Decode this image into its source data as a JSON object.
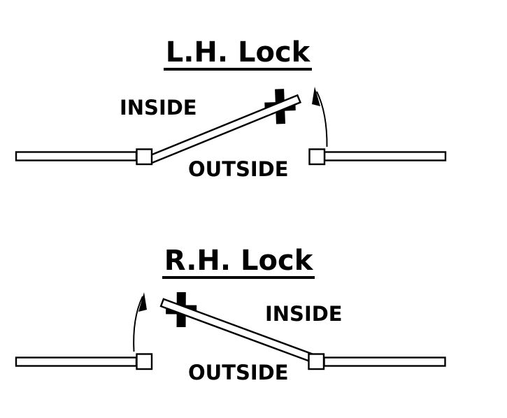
{
  "canvas": {
    "background_color": "#ffffff",
    "ink_color": "#000000"
  },
  "diagrams": [
    {
      "title": "L.H. Lock",
      "labels": {
        "inside": "INSIDE",
        "outside": "OUTSIDE"
      }
    },
    {
      "title": "R.H. Lock",
      "labels": {
        "inside": "INSIDE",
        "outside": "OUTSIDE"
      }
    }
  ],
  "icons": [
    {
      "name": "lock-icon",
      "glyph": "black cross on door lock stile"
    },
    {
      "name": "door-swing-arrow-icon",
      "glyph": "curved arrow showing swing direction"
    }
  ]
}
